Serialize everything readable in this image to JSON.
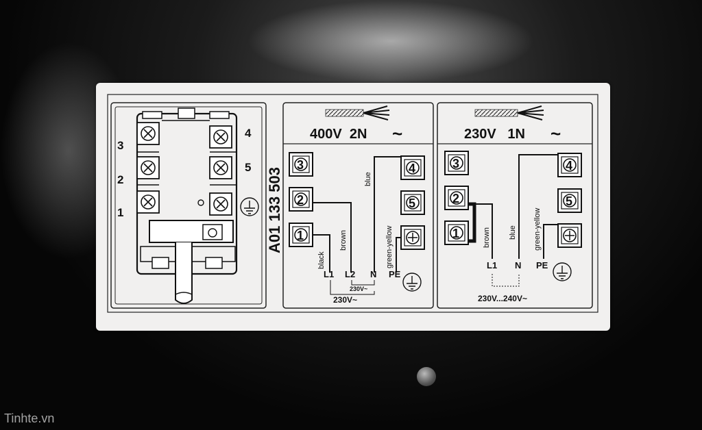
{
  "left_panel": {
    "terminal_numbers": [
      "3",
      "2",
      "1",
      "4",
      "5"
    ],
    "part_number": "A01 133 503"
  },
  "panel_400v": {
    "title": "400V  2N",
    "tilde": "~",
    "terminals": [
      "3",
      "2",
      "1",
      "4",
      "5"
    ],
    "wires": [
      "black",
      "brown",
      "blue",
      "green-yellow"
    ],
    "lines": [
      "L1",
      "L2",
      "N",
      "PE"
    ],
    "voltage_small": "230V~",
    "voltage_big": "230V~"
  },
  "panel_230v": {
    "title": "230V   1N",
    "tilde": "~",
    "terminals": [
      "3",
      "2",
      "1",
      "4",
      "5"
    ],
    "wires": [
      "brown",
      "blue",
      "green-yellow"
    ],
    "lines": [
      "L1",
      "N",
      "PE"
    ],
    "voltage": "230V...240V~"
  },
  "watermark": "Tinhte.vn"
}
